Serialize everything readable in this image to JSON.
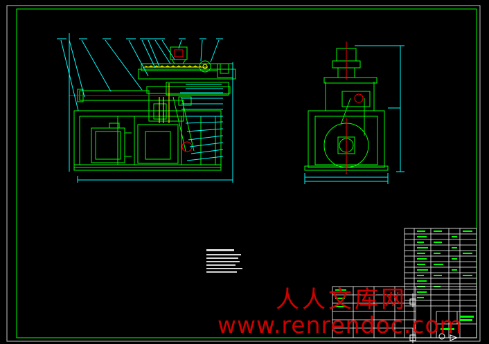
{
  "drawing": {
    "background": "#000000",
    "colors": {
      "frame": "#ffffff",
      "part": "#00ff00",
      "dimension": "#00ffff",
      "leader": "#00ffff",
      "hidden": "#0000ff",
      "detail": "#ffff00",
      "center": "#ff0000",
      "text": "#ffffff"
    },
    "views": [
      "front-elevation",
      "side-elevation"
    ],
    "title_block": "present",
    "technical_notes": "present"
  },
  "watermark": {
    "chinese": "人人文库网",
    "url": "www.renrendoc.com",
    "color": "#e60000"
  }
}
